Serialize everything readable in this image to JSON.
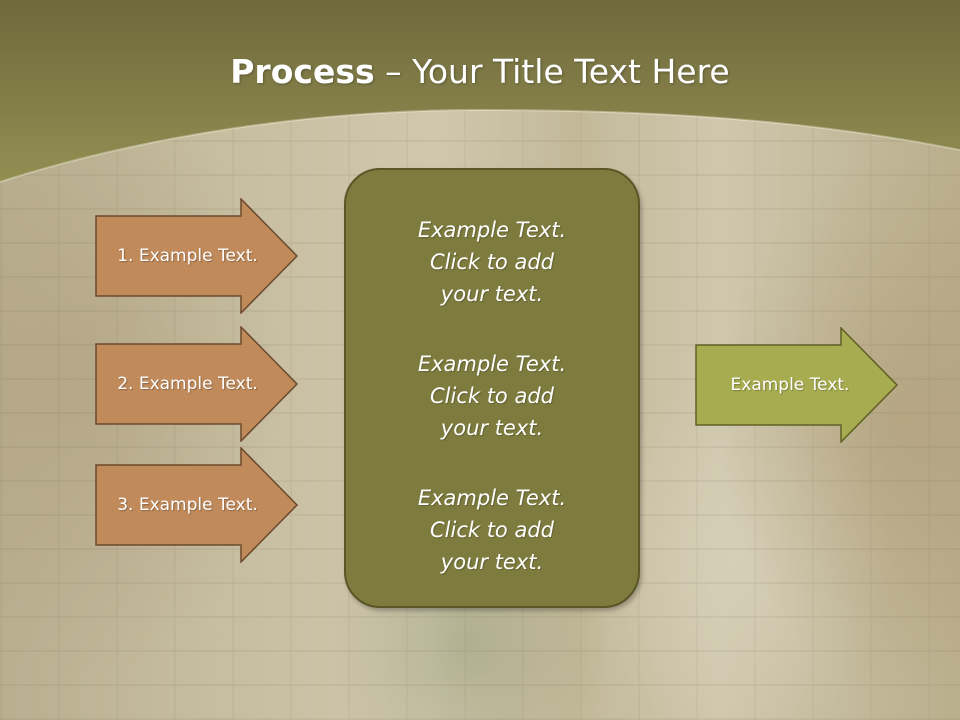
{
  "slide": {
    "title_bold": "Process",
    "title_rest": " – Your Title Text Here"
  },
  "left_steps": [
    {
      "label": "1. Example Text."
    },
    {
      "label": "2. Example Text."
    },
    {
      "label": "3. Example Text."
    }
  ],
  "center_box": {
    "blocks": [
      {
        "line1": "Example Text.",
        "line2": "Click  to add",
        "line3": "your text."
      },
      {
        "line1": "Example Text.",
        "line2": "Click  to add",
        "line3": "your text."
      },
      {
        "line1": "Example Text.",
        "line2": "Click  to add",
        "line3": "your text."
      }
    ]
  },
  "right_arrow": {
    "label": "Example Text."
  },
  "colors": {
    "header": "#8c8a4a",
    "step_arrow_fill": "#c08a5b",
    "center_box_fill": "#7d7b3e",
    "right_arrow_fill": "#a8ac50"
  }
}
